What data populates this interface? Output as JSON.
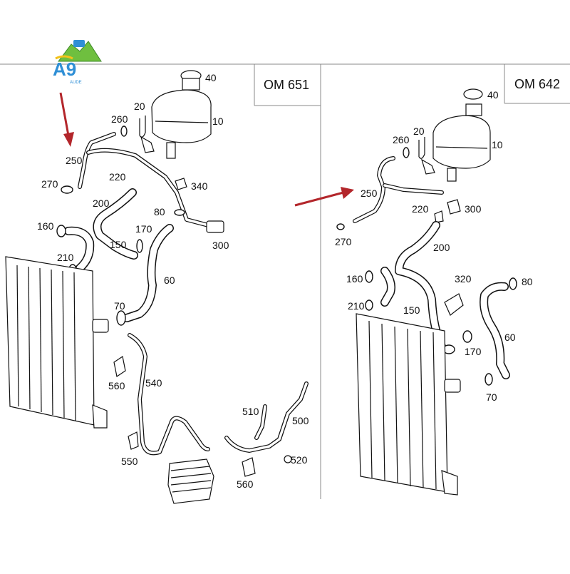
{
  "logo": {
    "mark": "A9",
    "subtext": "AUDE"
  },
  "colors": {
    "arrow": "#b3262b",
    "frame": "#777777",
    "ink": "#111111",
    "logo_green": "#6fbf3f",
    "logo_blue": "#2f8fd6",
    "logo_yellow": "#f2c21b"
  },
  "left_panel": {
    "title": "OM 651",
    "labels": [
      "40",
      "20",
      "260",
      "10",
      "250",
      "220",
      "270",
      "340",
      "80",
      "200",
      "160",
      "170",
      "300",
      "150",
      "210",
      "60",
      "70",
      "540",
      "560",
      "510",
      "500",
      "550",
      "520",
      "560"
    ]
  },
  "right_panel": {
    "title": "OM 642",
    "labels": [
      "40",
      "20",
      "260",
      "10",
      "250",
      "220",
      "300",
      "270",
      "200",
      "160",
      "320",
      "80",
      "210",
      "150",
      "170",
      "60",
      "70"
    ]
  }
}
